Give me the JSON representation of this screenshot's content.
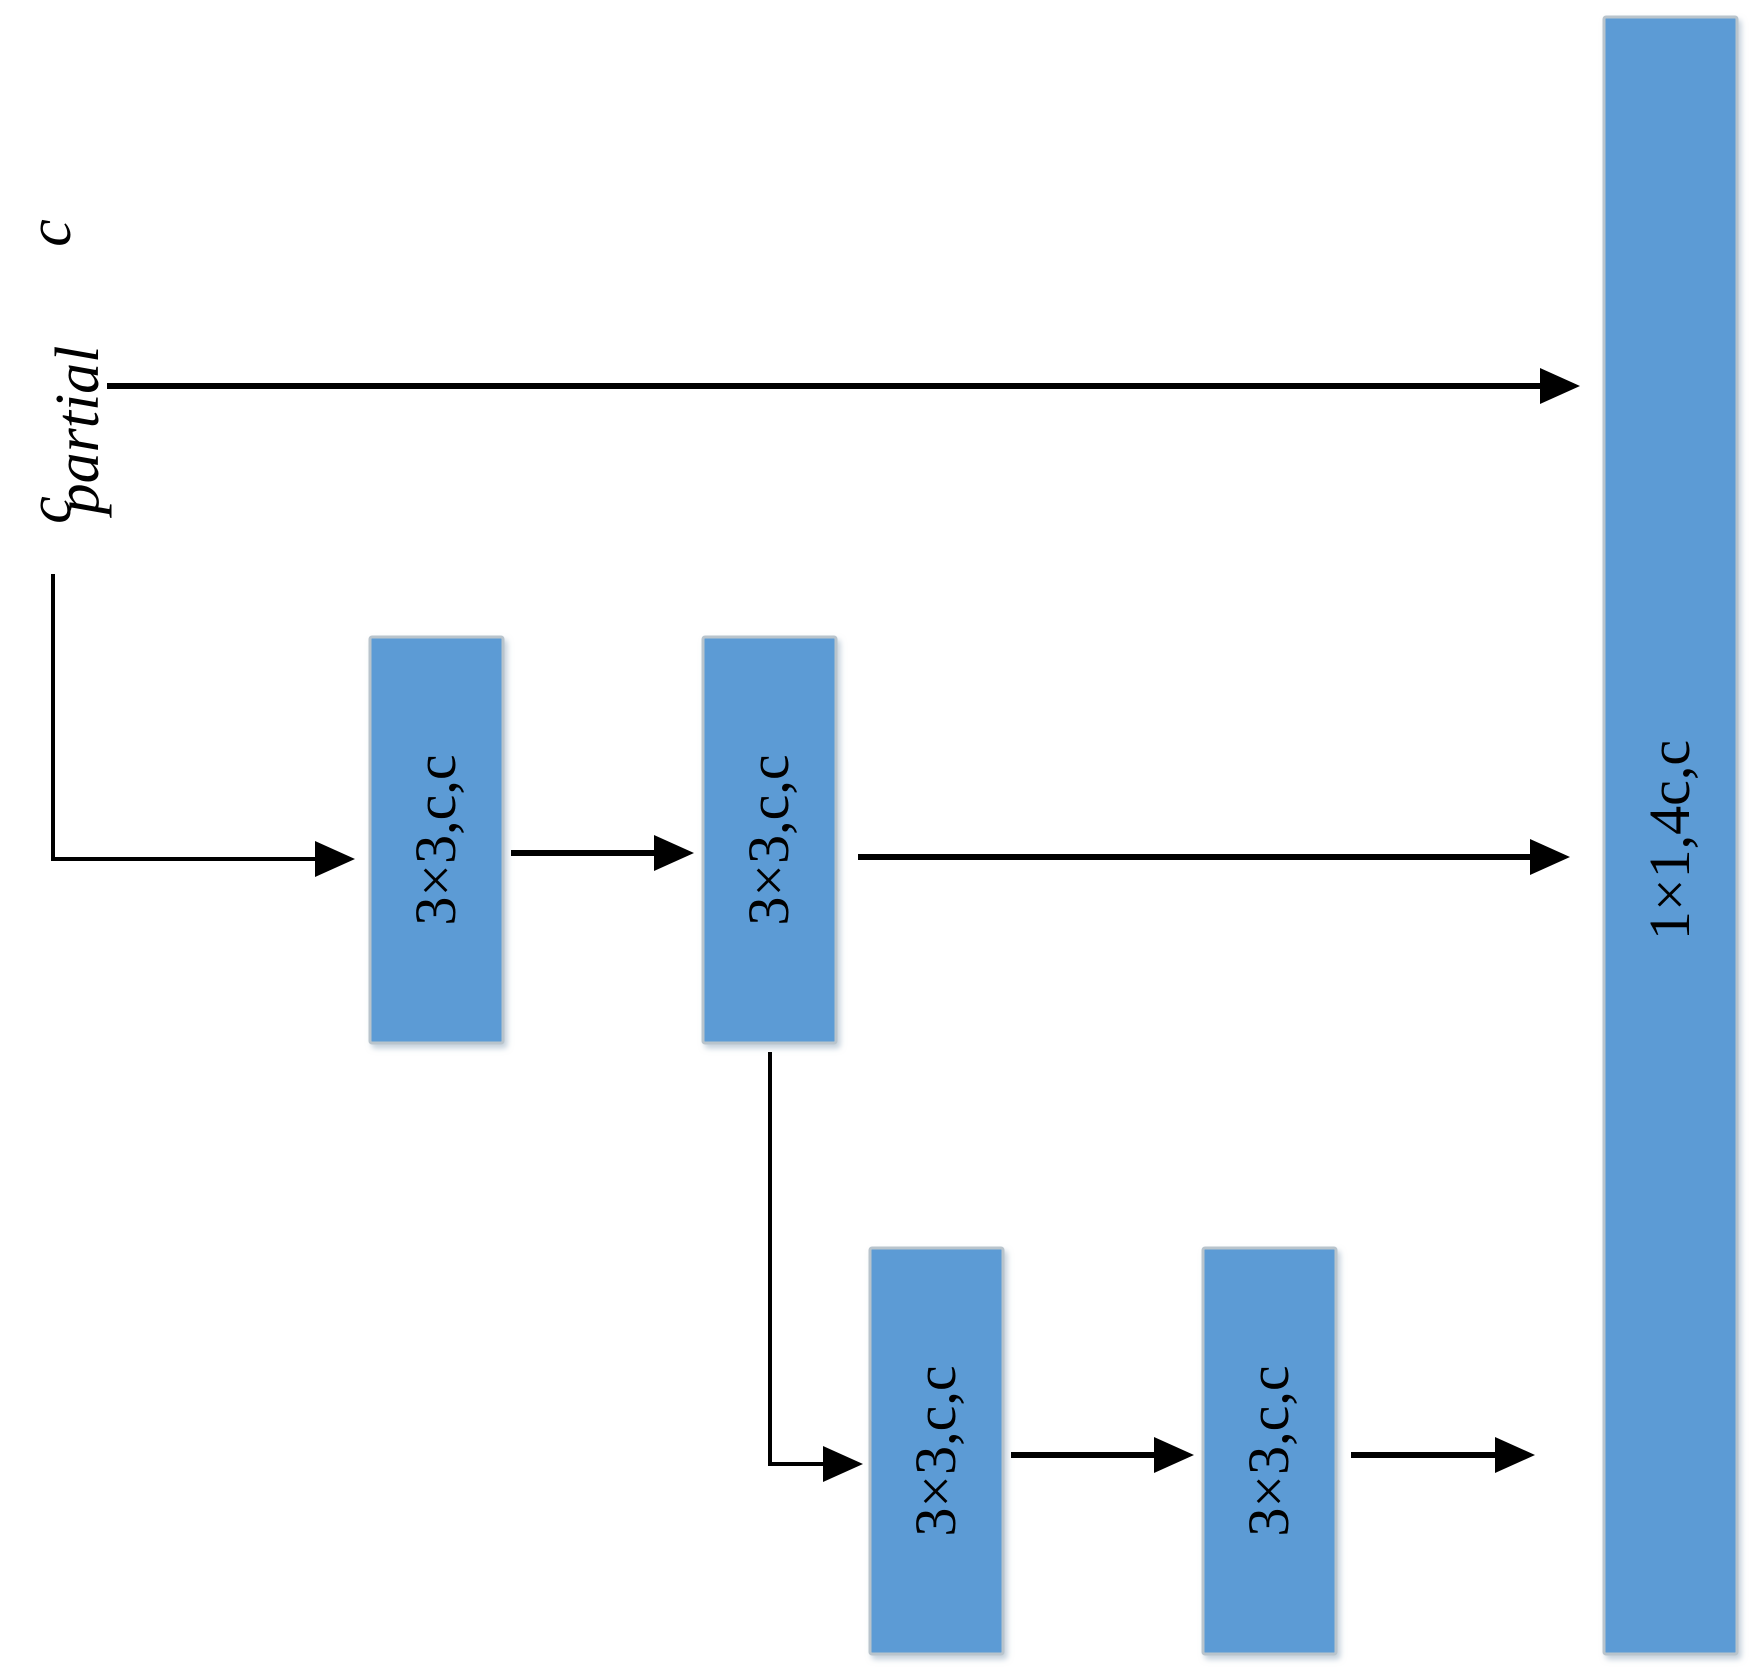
{
  "colors": {
    "block_fill": "#5b9bd5",
    "block_border": "#b9c4cc",
    "line": "#000000"
  },
  "input": {
    "label_main": "c",
    "label_sub": "partial",
    "label_top": "c"
  },
  "blocks": {
    "conv1": {
      "label": "3×3,c,c"
    },
    "conv2": {
      "label": "3×3,c,c"
    },
    "conv3": {
      "label": "3×3,c,c"
    },
    "conv4": {
      "label": "3×3,c,c"
    },
    "fuse": {
      "label": "1×1,4c,c"
    }
  }
}
